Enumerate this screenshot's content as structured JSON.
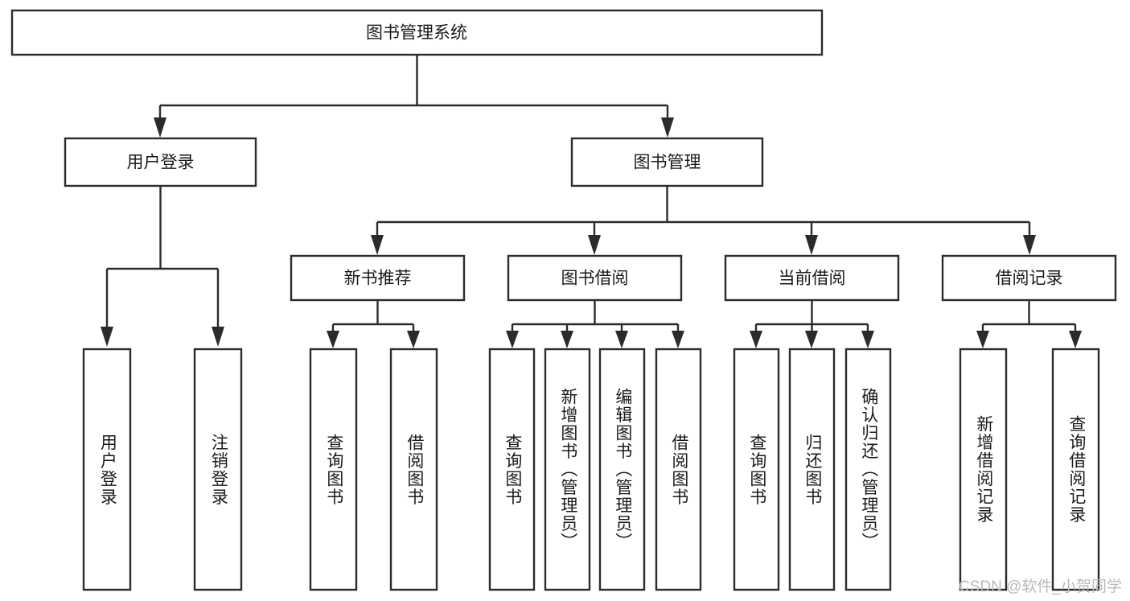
{
  "diagram": {
    "type": "tree-hierarchy",
    "title": "图书管理系统",
    "orientation": "top-down",
    "colors": {
      "box_fill": "#ffffff",
      "box_stroke": "#2b2b2b",
      "text": "#1a1a1a",
      "background": "#ffffff",
      "watermark": "#b9b9b9"
    },
    "root": {
      "id": "root",
      "label": "图书管理系统",
      "level": 0
    },
    "level2": [
      {
        "id": "user-login",
        "label": "用户登录"
      },
      {
        "id": "book-manage",
        "label": "图书管理"
      }
    ],
    "level3": [
      {
        "id": "new-book-recommend",
        "label": "新书推荐",
        "parent": "book-manage"
      },
      {
        "id": "book-borrow",
        "label": "图书借阅",
        "parent": "book-manage"
      },
      {
        "id": "current-borrow",
        "label": "当前借阅",
        "parent": "book-manage"
      },
      {
        "id": "borrow-record",
        "label": "借阅记录",
        "parent": "book-manage"
      }
    ],
    "leaves": [
      {
        "id": "leaf-user-login",
        "label": "用户登录",
        "parent": "user-login"
      },
      {
        "id": "leaf-logout-login",
        "label": "注销登录",
        "parent": "user-login"
      },
      {
        "id": "leaf-query-book-1",
        "label": "查询图书",
        "parent": "new-book-recommend"
      },
      {
        "id": "leaf-borrow-book-1",
        "label": "借阅图书",
        "parent": "new-book-recommend"
      },
      {
        "id": "leaf-query-book-2",
        "label": "查询图书",
        "parent": "book-borrow"
      },
      {
        "id": "leaf-add-book",
        "label": "新增图书（管理员）",
        "parent": "book-borrow"
      },
      {
        "id": "leaf-edit-book",
        "label": "编辑图书（管理员）",
        "parent": "book-borrow"
      },
      {
        "id": "leaf-borrow-book-2",
        "label": "借阅图书",
        "parent": "book-borrow"
      },
      {
        "id": "leaf-query-book-3",
        "label": "查询图书",
        "parent": "current-borrow"
      },
      {
        "id": "leaf-return-book",
        "label": "归还图书",
        "parent": "current-borrow"
      },
      {
        "id": "leaf-confirm-return",
        "label": "确认归还（管理员）",
        "parent": "current-borrow"
      },
      {
        "id": "leaf-add-record",
        "label": "新增借阅记录",
        "parent": "borrow-record"
      },
      {
        "id": "leaf-query-record",
        "label": "查询借阅记录",
        "parent": "borrow-record"
      }
    ],
    "watermark": "CSDN @软件_小贺同学"
  }
}
